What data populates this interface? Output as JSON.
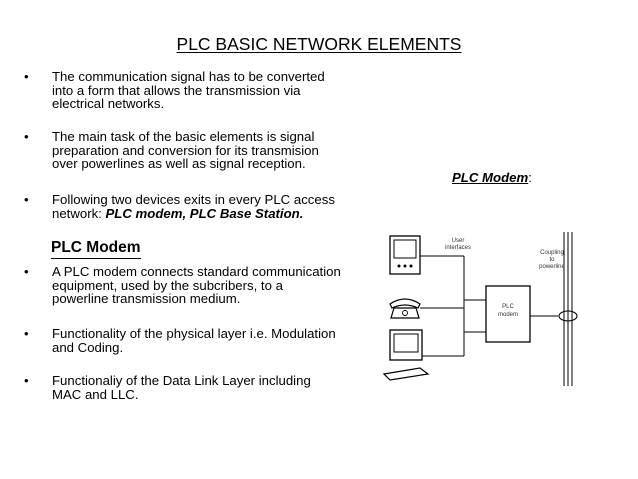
{
  "title": "PLC BASIC NETWORK ELEMENTS",
  "bullets_top": [
    {
      "lines": [
        "The communication signal has to be converted",
        "into a form that allows the transmission via",
        "electrical networks."
      ]
    },
    {
      "lines": [
        "The main task of the basic elements is signal",
        "preparation and conversion for its transmision",
        "over powerlines as well as signal reception."
      ]
    },
    {
      "line1": "Following two devices exits in every PLC access",
      "line2_plain": "network: ",
      "line2_bold": "PLC modem, PLC Base Station."
    }
  ],
  "subheading": "PLC Modem",
  "bullets_bottom": [
    {
      "lines": [
        "A PLC modem connects standard communication",
        "equipment, used by the subcribers, to a",
        "powerline transmission medium."
      ]
    },
    {
      "lines": [
        "Functionality of the physical layer i.e. Modulation",
        "and Coding."
      ]
    },
    {
      "lines": [
        "Functionaliy of the Data Link Layer including",
        "MAC and LLC."
      ]
    }
  ],
  "bullet_symbol": "•",
  "figure": {
    "caption_bold": "PLC Modem",
    "caption_suffix": ":",
    "user_interfaces_line1": "User",
    "user_interfaces_line2": "interfaces",
    "coupling_line1": "Coupling",
    "coupling_line2": "to",
    "coupling_line3": "powerline",
    "modem_line1": "PLC",
    "modem_line2": "modem"
  }
}
